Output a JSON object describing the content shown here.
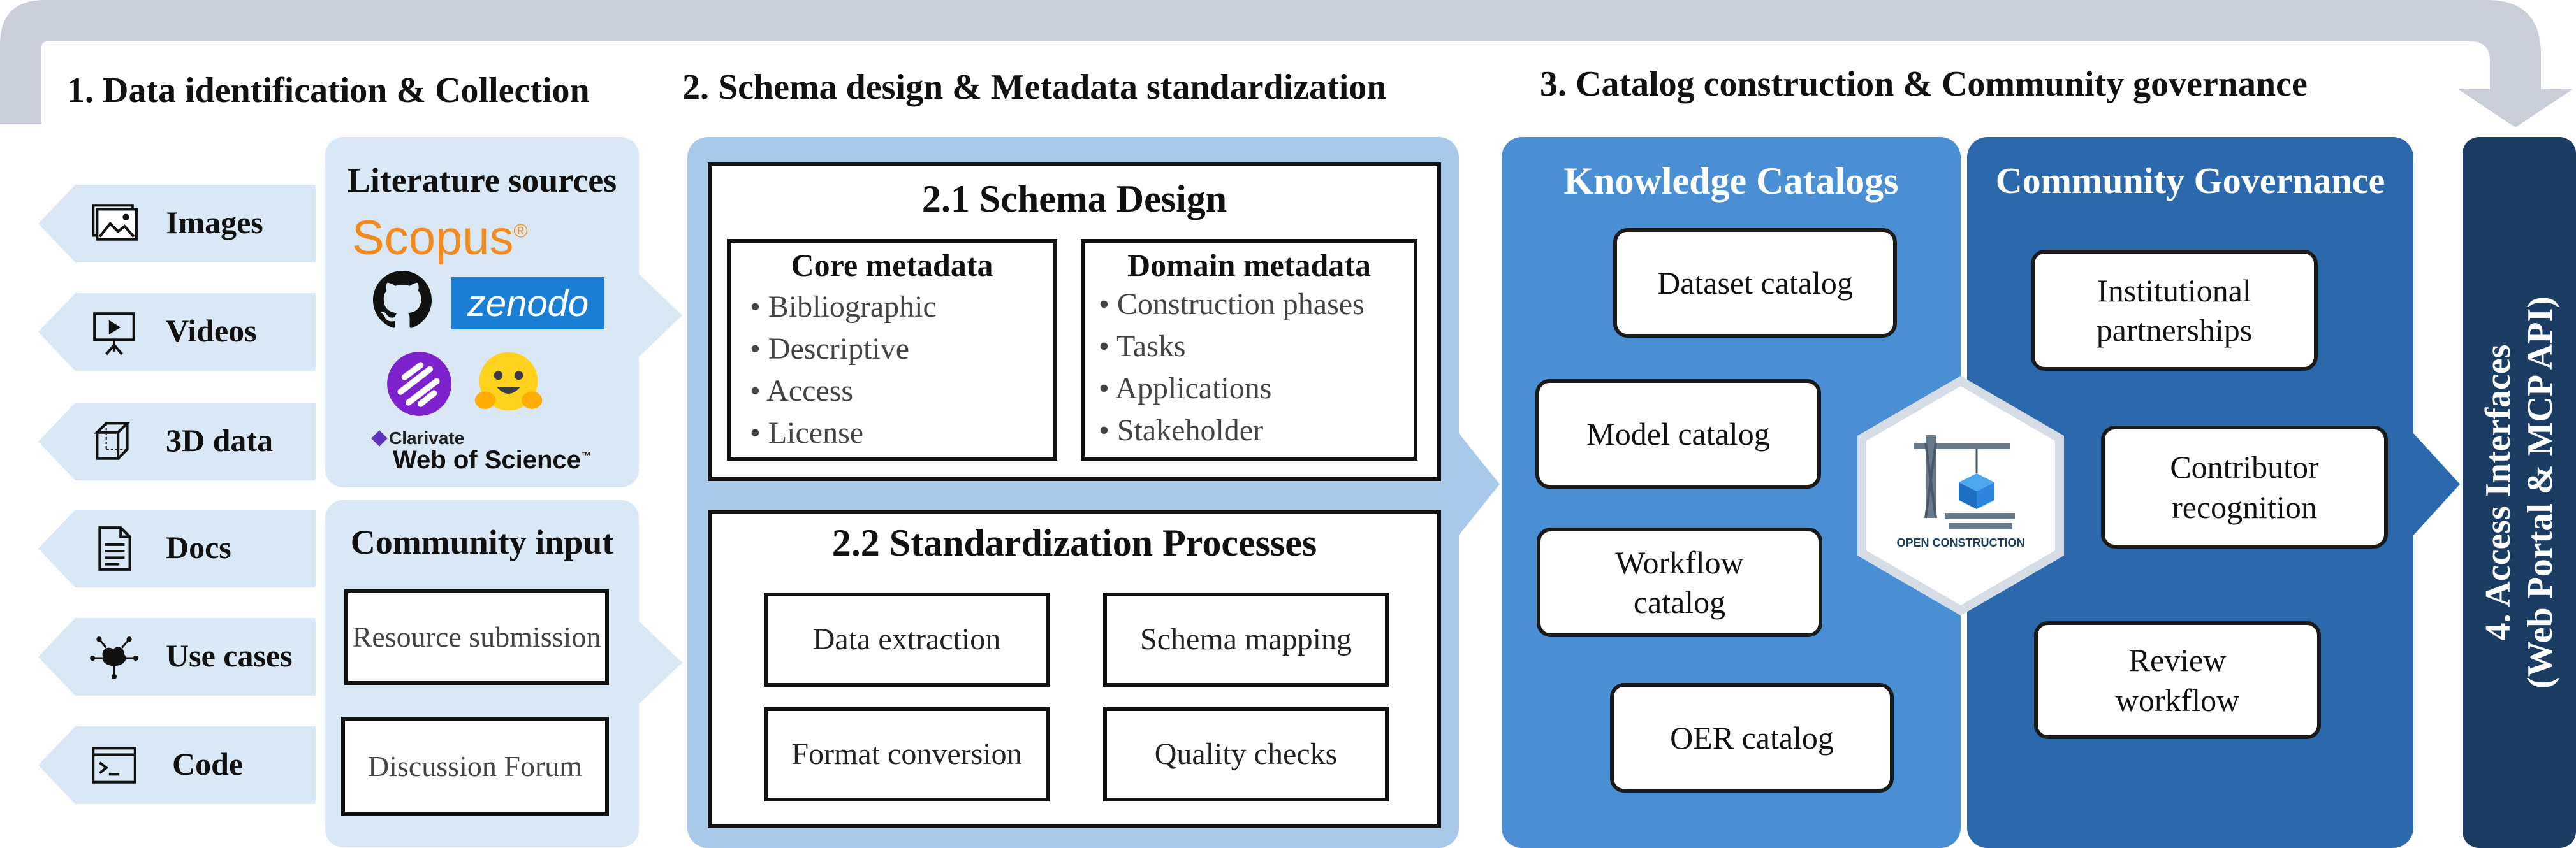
{
  "stages": [
    {
      "title": "1. Data identification & Collection"
    },
    {
      "title": "2. Schema design & Metadata standardization"
    },
    {
      "title": "3. Catalog construction & Community governance"
    },
    {
      "title": "4. Access Interfaces",
      "subtitle": "(Web Portal & MCP API)"
    }
  ],
  "data_types": [
    {
      "label": "Images",
      "icon": "image-icon"
    },
    {
      "label": "Videos",
      "icon": "presentation-icon"
    },
    {
      "label": "3D data",
      "icon": "cube-icon"
    },
    {
      "label": "Docs",
      "icon": "document-icon"
    },
    {
      "label": "Use cases",
      "icon": "cloud-network-icon"
    },
    {
      "label": "Code",
      "icon": "terminal-icon"
    }
  ],
  "literature": {
    "title": "Literature sources",
    "logos": {
      "scopus": "Scopus",
      "zenodo": "zenodo",
      "clarivate": "Clarivate",
      "wos": "Web of Science"
    }
  },
  "community_input": {
    "title": "Community input",
    "items": [
      "Resource submission",
      "Discussion Forum"
    ]
  },
  "schema_design": {
    "title": "2.1 Schema Design",
    "core": {
      "title": "Core metadata",
      "items": [
        "Bibliographic",
        "Descriptive",
        "Access",
        "License"
      ]
    },
    "domain": {
      "title": "Domain metadata",
      "items": [
        "Construction phases",
        "Tasks",
        "Applications",
        "Stakeholder"
      ]
    }
  },
  "standardization": {
    "title": "2.2 Standardization Processes",
    "items": [
      "Data extraction",
      "Schema mapping",
      "Format conversion",
      "Quality checks"
    ]
  },
  "knowledge_catalogs": {
    "title": "Knowledge Catalogs",
    "items": [
      "Dataset catalog",
      "Model catalog",
      "Workflow catalog",
      "OER catalog"
    ]
  },
  "center_logo": {
    "text": "OPEN CONSTRUCTION"
  },
  "governance": {
    "title": "Community Governance",
    "items": [
      "Institutional partnerships",
      "Contributor recognition",
      "Review workflow"
    ]
  },
  "colors": {
    "light_blue": "#dae8f5",
    "mid_blue": "#a8c9ea",
    "catalog_blue": "#4a8fd4",
    "governance_blue": "#2b68ac",
    "access_navy": "#1b3d63",
    "feedback_gray": "#c9ced8",
    "scopus_orange": "#f28a1d",
    "zenodo_blue": "#1c7fd6"
  }
}
